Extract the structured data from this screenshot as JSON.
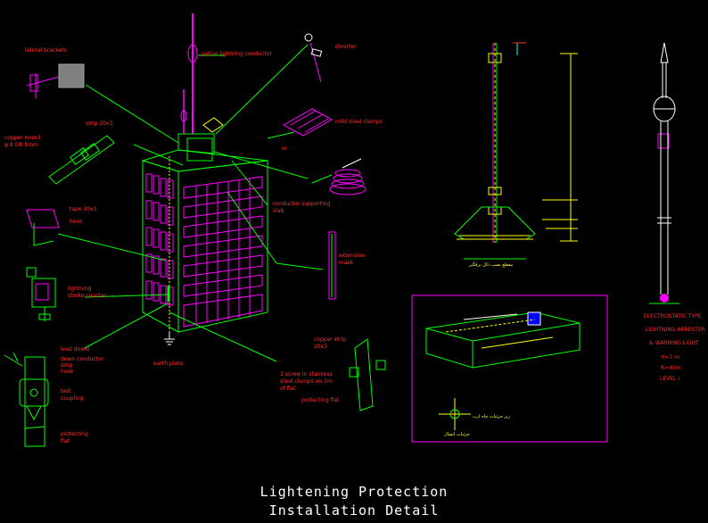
{
  "title": {
    "line1": "Lightening Protection",
    "line2": "Installation Detail"
  },
  "labels": {
    "lateral_brackets": "lateral brackets",
    "pulsar_conductor": "pulsar lightning conductor",
    "diverter": "diverter",
    "strip": "strip 20x3",
    "copper_round": "copper round",
    "copper_round_dim": "φ 8 OR 8mm",
    "mild_steel_clamps": "mild steel clamps",
    "or": "or",
    "conductor_supporting": "conductor supporting",
    "slab": "slab",
    "tape": "tape 30x3",
    "hook": "hook",
    "extension_mask": "extension",
    "mask": "mask",
    "lightning_counter_1": "lightning",
    "lightning_counter_2": "stroke counter",
    "lead_dowel": "lead dowel",
    "down_conductor": "down conductor",
    "strip2": "strip",
    "hook2": "hook",
    "test_coupling_1": "test",
    "test_coupling_2": "coupling",
    "protecting_flat_1": "protecting",
    "protecting_flat_2": "flat",
    "earth_plate": "earth plate",
    "copper_strip_1": "copper strip",
    "copper_strip_2": "20x3",
    "screws_1": "3 screw in stainless",
    "screws_2": "steel clamps on 2m",
    "screws_3": "of flat",
    "protecting_flat_b": "protecting flat"
  },
  "mast_caption": "مقطع نصب دکل برقگیر",
  "pit_caption": "ریز جزئیات چاه ارت",
  "pit_caption_2": "جزئیات اتصال",
  "pulsar_info": {
    "line1": "ELECTROSTATIC TYPE",
    "line2": "LIGHTNING ARRESTER",
    "line3": "& WARNING LIGHT",
    "line4": "H=7 m",
    "line5": "R=40m",
    "line6": "LEVEL I"
  },
  "colors": {
    "background": "#000000",
    "green": "#00ff00",
    "magenta": "#ff00ff",
    "red": "#ff3030",
    "yellow": "#ffff00",
    "white": "#ffffff"
  }
}
